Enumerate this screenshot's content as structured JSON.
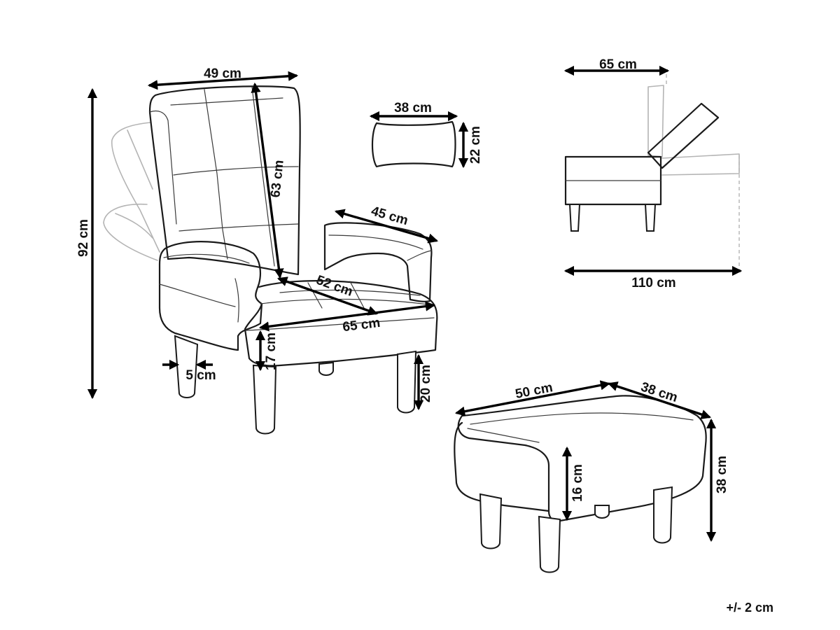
{
  "dimensions": {
    "chair_width": "49 cm",
    "chair_height": "92 cm",
    "backrest_height": "63 cm",
    "armrest_length": "45 cm",
    "seat_depth": "52 cm",
    "seat_width": "65 cm",
    "seat_thickness": "17 cm",
    "leg_height": "20 cm",
    "leg_width": "5 cm",
    "pillow_width": "38 cm",
    "pillow_height": "22 cm",
    "side_depth": "65 cm",
    "side_reclined_length": "110 cm",
    "ottoman_width": "50 cm",
    "ottoman_depth": "38 cm",
    "ottoman_height": "38 cm",
    "ottoman_cushion": "16 cm"
  },
  "tolerance": "+/- 2 cm"
}
